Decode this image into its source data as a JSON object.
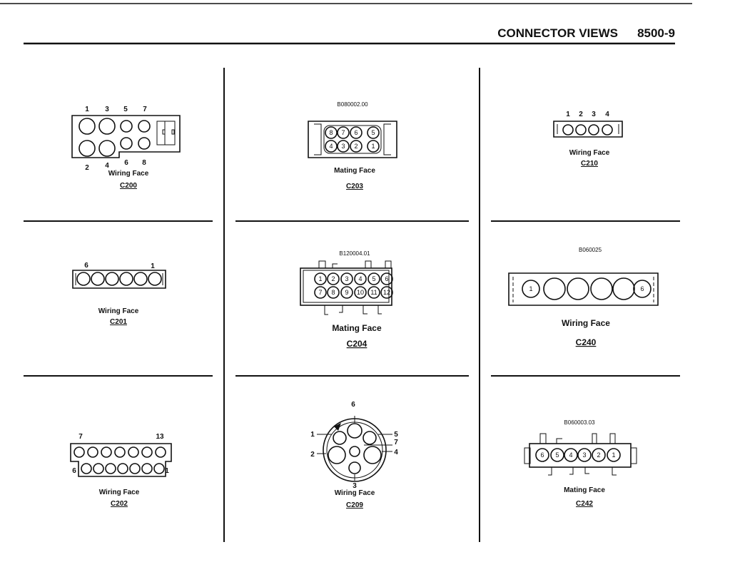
{
  "header": {
    "title": "CONNECTOR VIEWS",
    "page": "8500-9"
  },
  "panels": {
    "c200": {
      "face": "Wiring Face",
      "code": "C200",
      "pins": [
        "1",
        "3",
        "5",
        "7",
        "2",
        "4",
        "6",
        "8"
      ]
    },
    "c203": {
      "ref": "B080002.00",
      "face": "Mating Face",
      "code": "C203",
      "pins": [
        "8",
        "7",
        "6",
        "5",
        "4",
        "3",
        "2",
        "1"
      ]
    },
    "c210": {
      "face": "Wiring Face",
      "code": "C210",
      "pins": [
        "1",
        "2",
        "3",
        "4"
      ]
    },
    "c201": {
      "face": "Wiring Face",
      "code": "C201",
      "pins": [
        "6",
        "1"
      ]
    },
    "c204": {
      "ref": "B120004.01",
      "face": "Mating Face",
      "code": "C204",
      "pins": [
        "1",
        "2",
        "3",
        "4",
        "5",
        "6",
        "7",
        "8",
        "9",
        "10",
        "11",
        "12"
      ]
    },
    "c240": {
      "ref": "B060025",
      "face": "Wiring Face",
      "code": "C240",
      "pins": [
        "1",
        "6"
      ]
    },
    "c202": {
      "face": "Wiring Face",
      "code": "C202",
      "pins": [
        "7",
        "13",
        "6",
        "1"
      ]
    },
    "c209": {
      "face": "Wiring Face",
      "code": "C209",
      "pins": [
        "6",
        "1",
        "5",
        "7",
        "2",
        "4",
        "3"
      ]
    },
    "c242": {
      "ref": "B060003.03",
      "face": "Mating Face",
      "code": "C242",
      "pins": [
        "6",
        "5",
        "4",
        "3",
        "2",
        "1"
      ]
    }
  }
}
